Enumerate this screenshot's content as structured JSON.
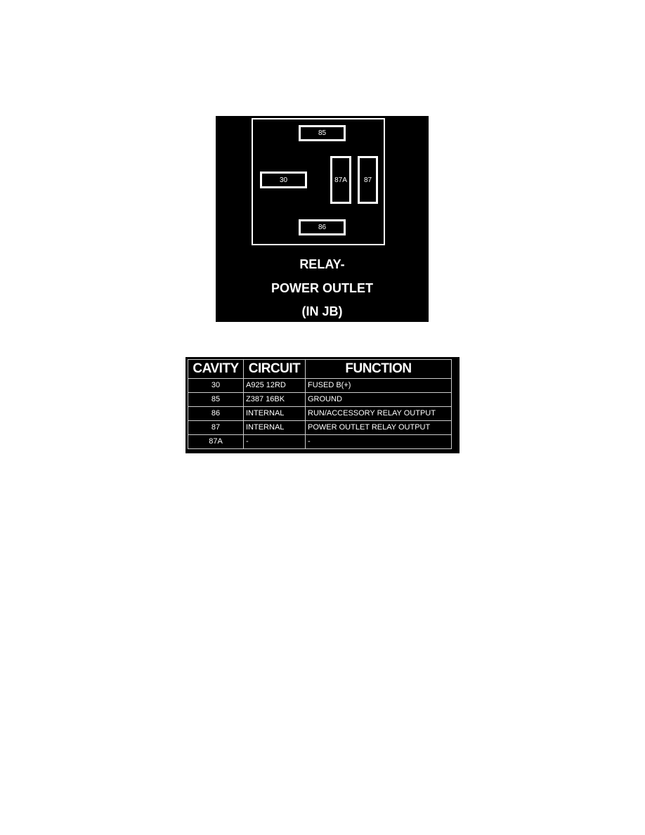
{
  "diagram": {
    "pins": {
      "p85": "85",
      "p30": "30",
      "p87a": "87A",
      "p87": "87",
      "p86": "86"
    },
    "caption": [
      "RELAY-",
      "POWER OUTLET",
      "(IN JB)"
    ]
  },
  "table": {
    "headers": [
      "CAVITY",
      "CIRCUIT",
      "FUNCTION"
    ],
    "rows": [
      [
        "30",
        "A925 12RD",
        "FUSED B(+)"
      ],
      [
        "85",
        "Z387 16BK",
        "GROUND"
      ],
      [
        "86",
        "INTERNAL",
        "RUN/ACCESSORY RELAY OUTPUT"
      ],
      [
        "87",
        "INTERNAL",
        "POWER OUTLET RELAY OUTPUT"
      ],
      [
        "87A",
        "-",
        "-"
      ]
    ]
  }
}
